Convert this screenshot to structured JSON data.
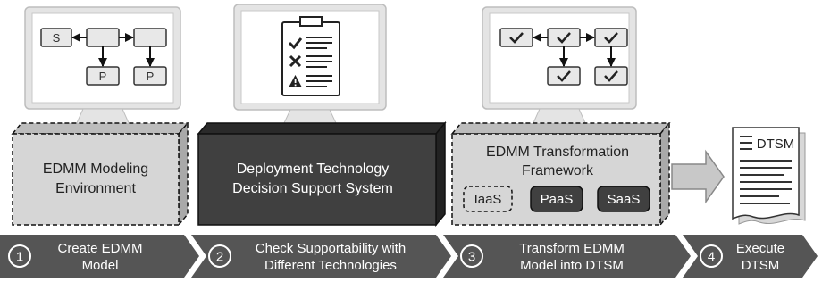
{
  "stages": [
    {
      "screen": {
        "nodes": [
          "S",
          "",
          "",
          "P",
          "P"
        ]
      },
      "box_label": [
        "EDMM Modeling",
        "Environment"
      ],
      "step": {
        "number": "1",
        "label": [
          "Create EDMM",
          "Model"
        ]
      }
    },
    {
      "screen": {
        "checklist_icons": [
          "check-icon",
          "cross-icon",
          "warning-icon"
        ]
      },
      "box_label": [
        "Deployment Technology",
        "Decision Support System"
      ],
      "step": {
        "number": "2",
        "label": [
          "Check Supportability with",
          "Different Technologies"
        ]
      }
    },
    {
      "screen": {
        "nodes": [
          "check-icon",
          "check-icon",
          "check-icon",
          "check-icon",
          "check-icon"
        ]
      },
      "box_label": [
        "EDMM Transformation",
        "Framework"
      ],
      "services": [
        "IaaS",
        "PaaS",
        "SaaS"
      ],
      "step": {
        "number": "3",
        "label": [
          "Transform EDMM",
          "Model into DTSM"
        ]
      }
    },
    {
      "document": {
        "title": "DTSM"
      },
      "step": {
        "number": "4",
        "label": [
          "Execute",
          "DTSM"
        ]
      }
    }
  ],
  "colors": {
    "box_light": "#d6d6d6",
    "box_dark": "#404040",
    "step_bar": "#555555",
    "monitor_frame": "#e4e4e4",
    "service_dark": "#404040"
  }
}
